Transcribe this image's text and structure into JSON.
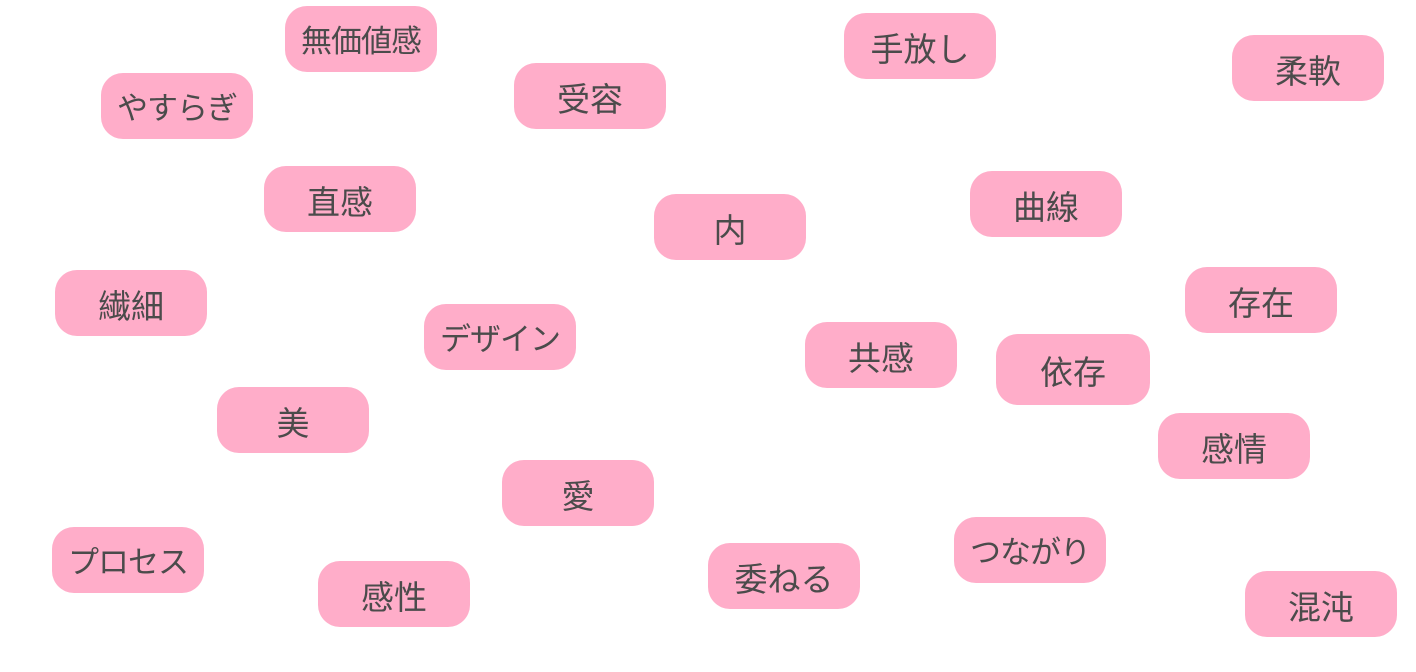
{
  "colors": {
    "tag_fill": "#ffadc9",
    "tag_text": "#4b4b4b",
    "background": "#ffffff"
  },
  "tags": [
    {
      "id": "muka-chikan",
      "label": "無価値感"
    },
    {
      "id": "tebanashi",
      "label": "手放し"
    },
    {
      "id": "juuan",
      "label": "柔軟"
    },
    {
      "id": "yasuragi",
      "label": "やすらぎ"
    },
    {
      "id": "juyou",
      "label": "受容"
    },
    {
      "id": "chokkan",
      "label": "直感"
    },
    {
      "id": "uchi",
      "label": "内"
    },
    {
      "id": "kyokusen",
      "label": "曲線"
    },
    {
      "id": "sonzai",
      "label": "存在"
    },
    {
      "id": "sensai",
      "label": "繊細"
    },
    {
      "id": "design",
      "label": "デザイン"
    },
    {
      "id": "kyoukan",
      "label": "共感"
    },
    {
      "id": "izon",
      "label": "依存"
    },
    {
      "id": "bi",
      "label": "美"
    },
    {
      "id": "kanjou",
      "label": "感情"
    },
    {
      "id": "ai",
      "label": "愛"
    },
    {
      "id": "tsunagari",
      "label": "つながり"
    },
    {
      "id": "process",
      "label": "プロセス"
    },
    {
      "id": "kansei",
      "label": "感性"
    },
    {
      "id": "yudaneru",
      "label": "委ねる"
    },
    {
      "id": "konton",
      "label": "混沌"
    }
  ]
}
